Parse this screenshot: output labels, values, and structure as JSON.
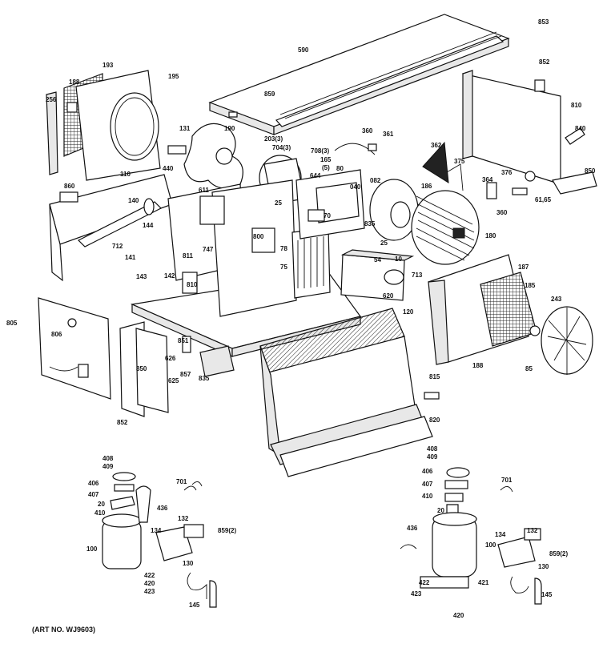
{
  "art_number": "(ART NO. WJ9603)",
  "colors": {
    "ink": "#111111",
    "paper": "#ffffff"
  },
  "callouts": [
    {
      "id": "c853",
      "text": "853"
    },
    {
      "id": "c590",
      "text": "590"
    },
    {
      "id": "c859",
      "text": "859"
    },
    {
      "id": "c852a",
      "text": "852"
    },
    {
      "id": "c810",
      "text": "810"
    },
    {
      "id": "c840",
      "text": "840"
    },
    {
      "id": "c850a",
      "text": "850"
    },
    {
      "id": "c193",
      "text": "193"
    },
    {
      "id": "c188",
      "text": "188"
    },
    {
      "id": "c195",
      "text": "195"
    },
    {
      "id": "c256",
      "text": "256"
    },
    {
      "id": "c131",
      "text": "131"
    },
    {
      "id": "c190",
      "text": "190"
    },
    {
      "id": "c203",
      "text": "203(3)"
    },
    {
      "id": "c704",
      "text": "704(3)"
    },
    {
      "id": "c708",
      "text": "708(3)"
    },
    {
      "id": "c165",
      "text": "165"
    },
    {
      "id": "c5",
      "text": "(5)"
    },
    {
      "id": "c360",
      "text": "360"
    },
    {
      "id": "c361",
      "text": "361"
    },
    {
      "id": "c362",
      "text": "362"
    },
    {
      "id": "c375",
      "text": "375"
    },
    {
      "id": "c376",
      "text": "376"
    },
    {
      "id": "c364",
      "text": "364"
    },
    {
      "id": "c6165",
      "text": "61,65"
    },
    {
      "id": "c440",
      "text": "440"
    },
    {
      "id": "c860",
      "text": "860"
    },
    {
      "id": "c110",
      "text": "110"
    },
    {
      "id": "c140",
      "text": "140"
    },
    {
      "id": "c611",
      "text": "611"
    },
    {
      "id": "c25a",
      "text": "25"
    },
    {
      "id": "c644",
      "text": "644"
    },
    {
      "id": "c80",
      "text": "80"
    },
    {
      "id": "c082",
      "text": "082"
    },
    {
      "id": "c186",
      "text": "186"
    },
    {
      "id": "c040",
      "text": "040"
    },
    {
      "id": "c360b",
      "text": "360"
    },
    {
      "id": "c144",
      "text": "144"
    },
    {
      "id": "c712",
      "text": "712"
    },
    {
      "id": "c141",
      "text": "141"
    },
    {
      "id": "c142",
      "text": "142"
    },
    {
      "id": "c143",
      "text": "143"
    },
    {
      "id": "c811",
      "text": "811"
    },
    {
      "id": "c747",
      "text": "747"
    },
    {
      "id": "c800",
      "text": "800"
    },
    {
      "id": "c810b",
      "text": "810"
    },
    {
      "id": "c78",
      "text": "78"
    },
    {
      "id": "c70",
      "text": "70"
    },
    {
      "id": "c835",
      "text": "835"
    },
    {
      "id": "c25b",
      "text": "25"
    },
    {
      "id": "c180",
      "text": "180"
    },
    {
      "id": "c75",
      "text": "75"
    },
    {
      "id": "c54",
      "text": "54"
    },
    {
      "id": "c10",
      "text": "10"
    },
    {
      "id": "c713",
      "text": "713"
    },
    {
      "id": "c620",
      "text": "620"
    },
    {
      "id": "c187",
      "text": "187"
    },
    {
      "id": "c185",
      "text": "185"
    },
    {
      "id": "c243",
      "text": "243"
    },
    {
      "id": "c805",
      "text": "805"
    },
    {
      "id": "c806",
      "text": "806"
    },
    {
      "id": "c120",
      "text": "120"
    },
    {
      "id": "c851",
      "text": "851"
    },
    {
      "id": "c626",
      "text": "626"
    },
    {
      "id": "c850b",
      "text": "850"
    },
    {
      "id": "c857",
      "text": "857"
    },
    {
      "id": "c625",
      "text": "625"
    },
    {
      "id": "c835b",
      "text": "835"
    },
    {
      "id": "c815",
      "text": "815"
    },
    {
      "id": "c188b",
      "text": "188"
    },
    {
      "id": "c85",
      "text": "85"
    },
    {
      "id": "c852b",
      "text": "852"
    },
    {
      "id": "c820",
      "text": "820"
    },
    {
      "id": "c408a",
      "text": "408"
    },
    {
      "id": "c409a",
      "text": "409"
    },
    {
      "id": "c406a",
      "text": "406"
    },
    {
      "id": "c407a",
      "text": "407"
    },
    {
      "id": "c20a",
      "text": "20"
    },
    {
      "id": "c410a",
      "text": "410"
    },
    {
      "id": "c701a",
      "text": "701"
    },
    {
      "id": "c436a",
      "text": "436"
    },
    {
      "id": "c132a",
      "text": "132"
    },
    {
      "id": "c8592a",
      "text": "859(2)"
    },
    {
      "id": "c134a",
      "text": "134"
    },
    {
      "id": "c100a",
      "text": "100"
    },
    {
      "id": "c130a",
      "text": "130"
    },
    {
      "id": "c422a",
      "text": "422"
    },
    {
      "id": "c420a",
      "text": "420"
    },
    {
      "id": "c423a",
      "text": "423"
    },
    {
      "id": "c145a",
      "text": "145"
    },
    {
      "id": "c408b",
      "text": "408"
    },
    {
      "id": "c409b",
      "text": "409"
    },
    {
      "id": "c406b",
      "text": "406"
    },
    {
      "id": "c407b",
      "text": "407"
    },
    {
      "id": "c410b",
      "text": "410"
    },
    {
      "id": "c701b",
      "text": "701"
    },
    {
      "id": "c20b",
      "text": "20"
    },
    {
      "id": "c436b",
      "text": "436"
    },
    {
      "id": "c134b",
      "text": "134"
    },
    {
      "id": "c132b",
      "text": "132"
    },
    {
      "id": "c100b",
      "text": "100"
    },
    {
      "id": "c8592b",
      "text": "859(2)"
    },
    {
      "id": "c130b",
      "text": "130"
    },
    {
      "id": "c422b",
      "text": "422"
    },
    {
      "id": "c421b",
      "text": "421"
    },
    {
      "id": "c423b",
      "text": "423"
    },
    {
      "id": "c420b",
      "text": "420"
    },
    {
      "id": "c145b",
      "text": "145"
    }
  ]
}
